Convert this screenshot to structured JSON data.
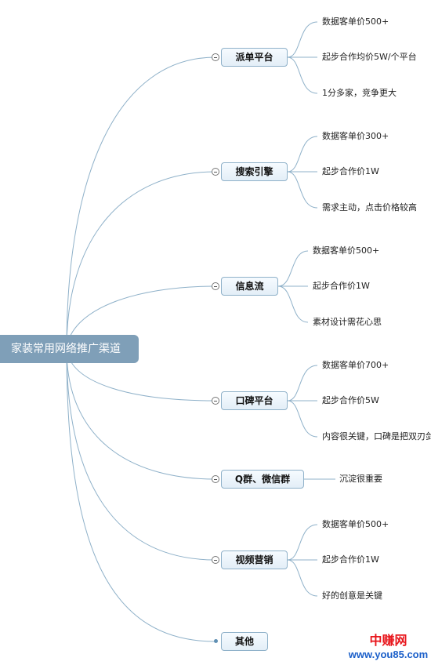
{
  "root": {
    "label": "家装常用网络推广渠道"
  },
  "branches": [
    {
      "label": "派单平台",
      "leaves": [
        "数据客单价500+",
        "起步合作均价5W/个平台",
        "1分多家，竞争更大"
      ]
    },
    {
      "label": "搜索引擎",
      "leaves": [
        "数据客单价300+",
        "起步合作价1W",
        "需求主动，点击价格较高"
      ]
    },
    {
      "label": "信息流",
      "leaves": [
        "数据客单价500+",
        "起步合作价1W",
        "素材设计需花心思"
      ]
    },
    {
      "label": "口碑平台",
      "leaves": [
        "数据客单价700+",
        "起步合作价5W",
        "内容很关键，口碑是把双刃剑"
      ]
    },
    {
      "label": "Q群、微信群",
      "leaves": [
        "沉淀很重要"
      ]
    },
    {
      "label": "视频营销",
      "leaves": [
        "数据客单价500+",
        "起步合作价1W",
        "好的创意是关键"
      ]
    },
    {
      "label": "其他",
      "leaves": []
    }
  ],
  "watermark": {
    "cn": "中赚网",
    "en": "www.you85.com"
  },
  "colors": {
    "root_fill": "#7f9fb8",
    "line": "#8fb1c9",
    "node_border": "#8fb1c9"
  }
}
